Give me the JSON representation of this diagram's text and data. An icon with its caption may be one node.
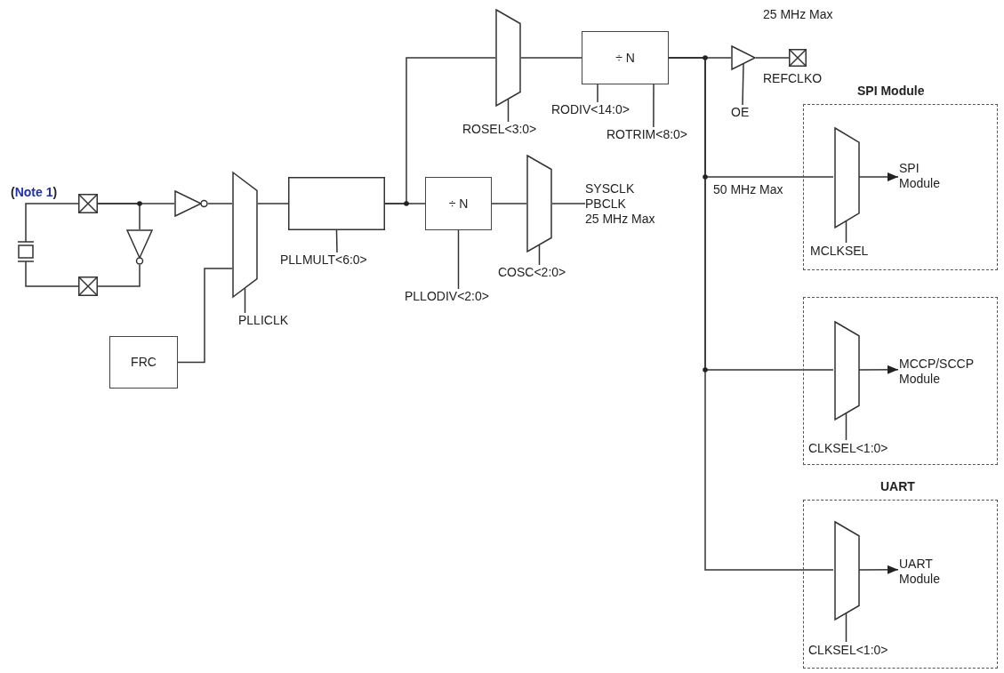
{
  "diagram": {
    "nodes": [
      {
        "text": [],
        "shape": "crystal"
      },
      {
        "text": [],
        "shape": "box"
      },
      {
        "text": [],
        "shape": "box"
      },
      {
        "text": [],
        "shape": "triangle"
      },
      {
        "text": [],
        "shape": "triangle"
      },
      {
        "text": [],
        "shape": "trapezoid"
      },
      {
        "text": [
          "PLLICLK"
        ]
      },
      {
        "text": [
          "FRC"
        ]
      },
      {
        "text": [],
        "shape": "box"
      },
      {
        "text": [
          "PLLMULT<6:0>"
        ]
      },
      {
        "text": [],
        "shape": "trapezoid"
      },
      {
        "text": [
          "ROSEL<3:0>"
        ]
      },
      {
        "text": [
          "÷ N"
        ]
      },
      {
        "text": [
          "RODIV<14:0>"
        ]
      },
      {
        "text": [
          "ROTRIM<8:0>"
        ]
      },
      {
        "text": [],
        "shape": "triangle"
      },
      {
        "text": [
          "OE"
        ]
      },
      {
        "text": [],
        "shape": "box",
        "beside": [
          "25 MHz Max",
          "REFCLKO"
        ]
      },
      {
        "text": [
          "÷ N"
        ]
      },
      {
        "text": [
          "PLLODIV<2:0>"
        ]
      },
      {
        "text": [],
        "shape": "trapezoid"
      },
      {
        "text": [
          "COSC<2:0>"
        ]
      },
      {
        "text": [
          "SYSCLK",
          "PBCLK",
          "25 MHz Max"
        ]
      },
      {
        "text": [
          "SPI Module"
        ]
      },
      {
        "text": [],
        "shape": "trapezoid",
        "in": 23
      },
      {
        "text": [
          "SPI Module"
        ],
        "in": 23
      },
      {
        "text": [
          "MCLKSEL"
        ],
        "in": 23
      },
      {
        "text": [],
        "shape": "box"
      },
      {
        "text": [],
        "shape": "trapezoid",
        "in": 27
      },
      {
        "text": [
          "MCCP/SCCP Module"
        ],
        "in": 27
      },
      {
        "text": [
          "CLKSEL<1:0>"
        ],
        "in": 27
      },
      {
        "text": [
          "UART"
        ]
      },
      {
        "text": [],
        "shape": "trapezoid",
        "in": 31
      },
      {
        "text": [
          "UART Module"
        ],
        "in": 31
      },
      {
        "text": [
          "CLKSEL<1:0>"
        ],
        "in": 31
      }
    ],
    "edges": [
      {
        "from": 0,
        "to": 1,
        "arrow": "none"
      },
      {
        "from": 0,
        "to": 2,
        "arrow": "none"
      },
      {
        "from": 1,
        "to": 4,
        "arrow": "none"
      },
      {
        "from": 1,
        "to": 3,
        "arrow": "none"
      },
      {
        "from": 3,
        "to": 2,
        "arrow": "none"
      },
      {
        "from": 4,
        "to": 5,
        "arrow": "none"
      },
      {
        "from": 7,
        "to": 5,
        "arrow": "none"
      },
      {
        "from": 6,
        "to": 5,
        "arrow": "none"
      },
      {
        "from": 5,
        "to": 8,
        "arrow": "none"
      },
      {
        "from": 9,
        "to": 8,
        "arrow": "none"
      },
      {
        "from": 8,
        "to": 18,
        "arrow": "none"
      },
      {
        "from": 8,
        "to": 10,
        "arrow": "none"
      },
      {
        "from": 11,
        "to": 10,
        "arrow": "none"
      },
      {
        "from": 10,
        "to": 12,
        "arrow": "none"
      },
      {
        "from": 13,
        "to": 12,
        "arrow": "none"
      },
      {
        "from": 14,
        "to": 12,
        "arrow": "none"
      },
      {
        "from": 12,
        "to": 15,
        "arrow": "none"
      },
      {
        "from": 16,
        "to": 15,
        "arrow": "none"
      },
      {
        "from": 15,
        "to": 17,
        "arrow": "none"
      },
      {
        "from": 18,
        "to": 20,
        "arrow": "none"
      },
      {
        "from": 19,
        "to": 18,
        "arrow": "none"
      },
      {
        "from": 21,
        "to": 20,
        "arrow": "none"
      },
      {
        "from": 20,
        "to": 22,
        "arrow": "none"
      },
      {
        "from": 12,
        "to": 24,
        "arrow": "none",
        "label": "50 MHz Max"
      },
      {
        "from": 12,
        "to": 28,
        "arrow": "none"
      },
      {
        "from": 12,
        "to": 32,
        "arrow": "none"
      },
      {
        "from": 24,
        "to": 25,
        "arrow": "to"
      },
      {
        "from": 26,
        "to": 24,
        "arrow": "none"
      },
      {
        "from": 28,
        "to": 29,
        "arrow": "to"
      },
      {
        "from": 30,
        "to": 28,
        "arrow": "none"
      },
      {
        "from": 32,
        "to": 33,
        "arrow": "to"
      },
      {
        "from": 34,
        "to": 32,
        "arrow": "none"
      }
    ],
    "labels": [
      "(Note 1)"
    ]
  }
}
